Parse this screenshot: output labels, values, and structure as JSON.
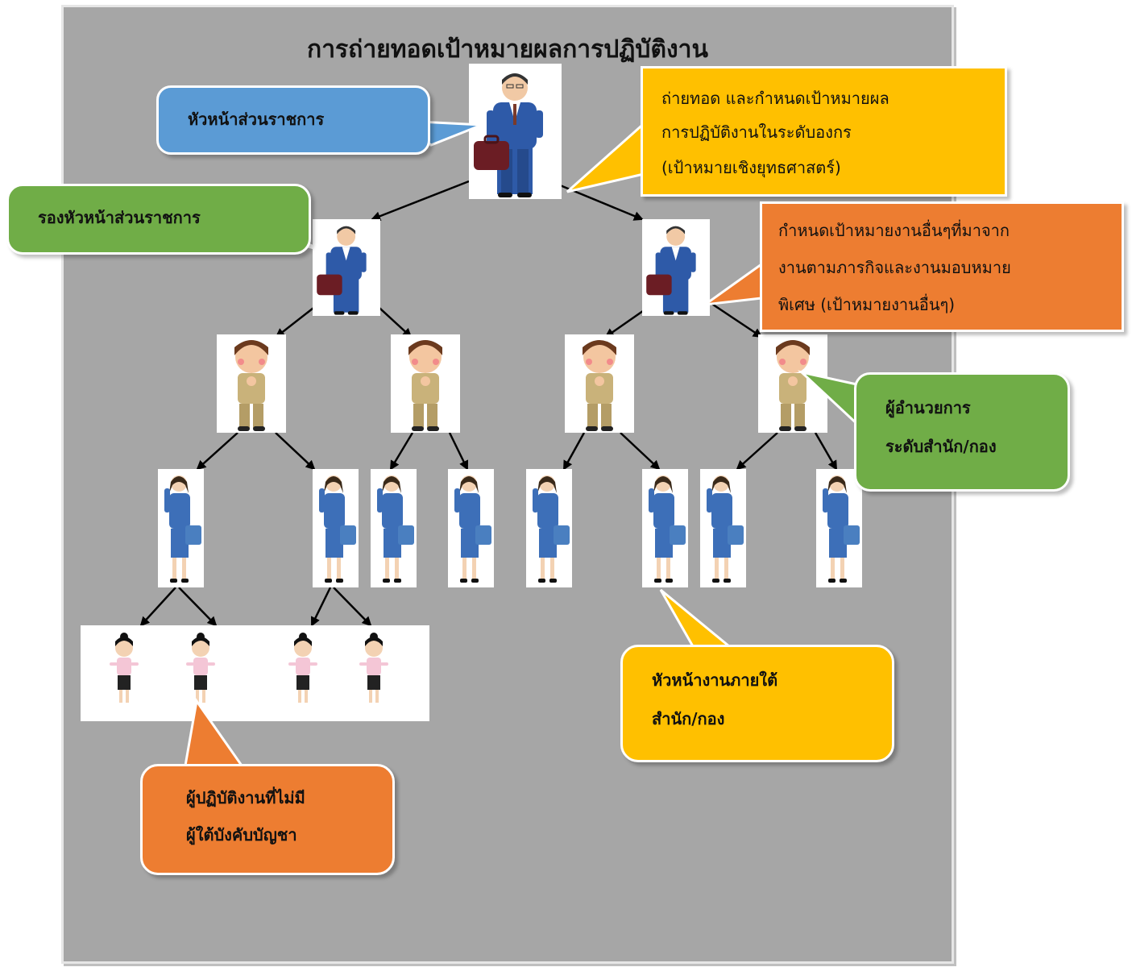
{
  "title": "การถ่ายทอดเป้าหมายผลการปฏิบัติงาน",
  "colors": {
    "panel": "#a6a6a6",
    "blue_callout": "#5b9bd5",
    "green_callout": "#70ad47",
    "yellow_callout": "#ffc000",
    "orange_callout": "#ed7d31",
    "suit": "#2e5aa8",
    "briefcase": "#6b1d24"
  },
  "callouts": {
    "head": "หัวหน้าส่วนราชการ",
    "deputy": "รองหัวหน้าส่วนราชการ",
    "org_goal": {
      "line1": "ถ่ายทอด และกำหนดเป้าหมายผล",
      "line2": "การปฏิบัติงานในระดับองกร",
      "line3": "(เป้าหมายเชิงยุทธศาสตร์)"
    },
    "other_goal": {
      "line1": "กำหนดเป้าหมายงานอื่นๆที่มาจาก",
      "line2": "งานตามภารกิจและงานมอบหมาย",
      "line3": "พิเศษ (เป้าหมายงานอื่นๆ)"
    },
    "director": {
      "line1": "ผู้อำนวยการ",
      "line2": "ระดับสำนัก/กอง"
    },
    "unit_head": {
      "line1": "หัวหน้างานภายใต้",
      "line2": "สำนัก/กอง"
    },
    "staff": {
      "line1": "ผู้ปฏิบัติงานที่ไม่มี",
      "line2": "ผู้ใต้บังคับบัญชา"
    }
  }
}
